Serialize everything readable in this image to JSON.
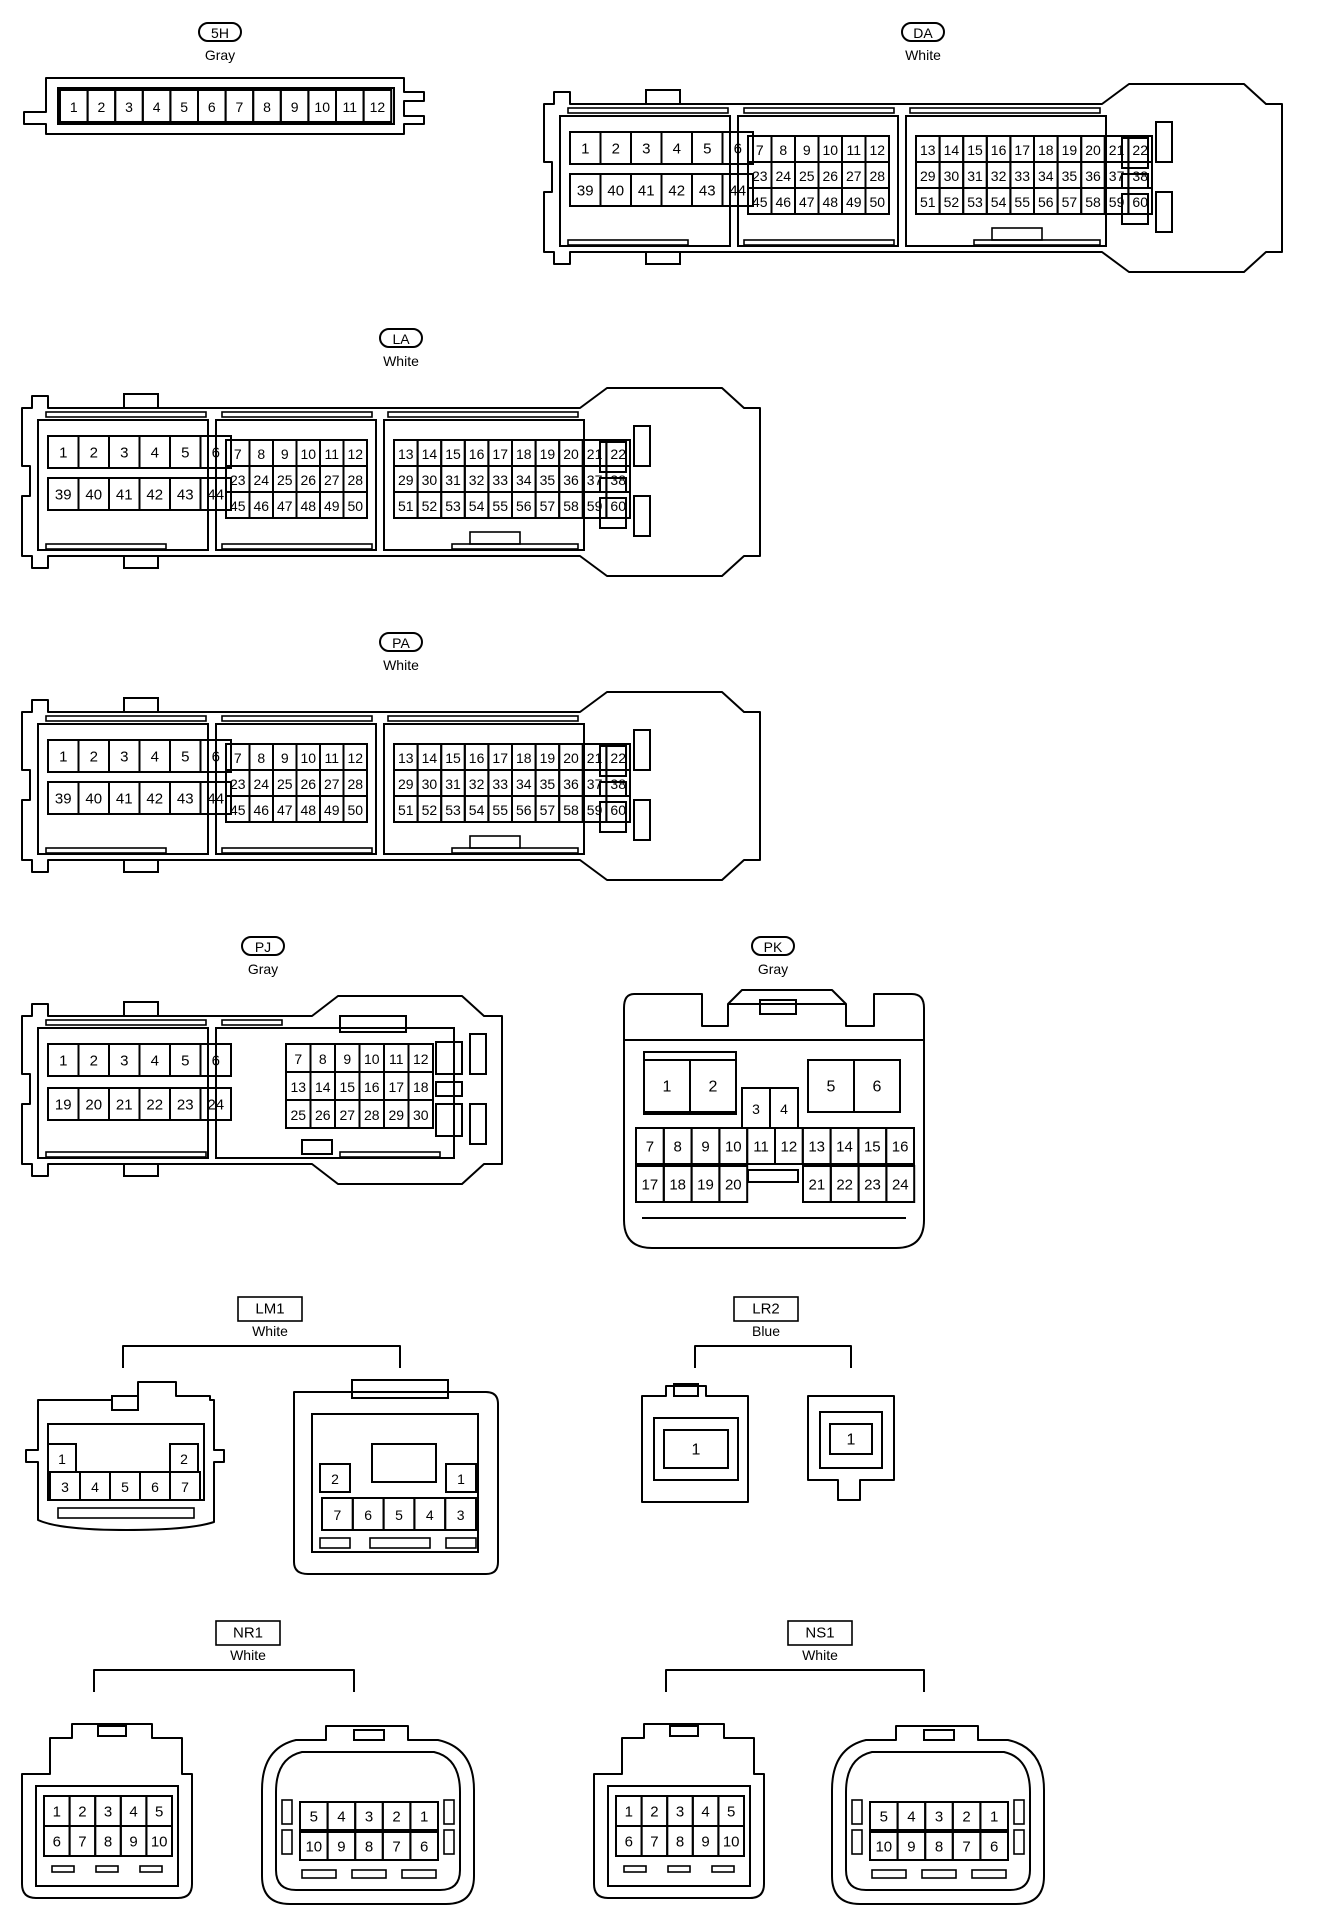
{
  "connectors": {
    "c5h": {
      "code": "5H",
      "color": "Gray",
      "style": "oval",
      "pins": [
        "1",
        "2",
        "3",
        "4",
        "5",
        "6",
        "7",
        "8",
        "9",
        "10",
        "11",
        "12"
      ]
    },
    "da": {
      "code": "DA",
      "color": "White",
      "style": "oval",
      "blocks": [
        [
          [
            "1",
            "2",
            "3",
            "4",
            "5",
            "6"
          ],
          [
            "39",
            "40",
            "41",
            "42",
            "43",
            "44"
          ]
        ],
        [
          [
            "7",
            "8",
            "9",
            "10",
            "11",
            "12"
          ],
          [
            "23",
            "24",
            "25",
            "26",
            "27",
            "28"
          ],
          [
            "45",
            "46",
            "47",
            "48",
            "49",
            "50"
          ]
        ],
        [
          [
            "13",
            "14",
            "15",
            "16",
            "17",
            "18",
            "19",
            "20",
            "21",
            "22"
          ],
          [
            "29",
            "30",
            "31",
            "32",
            "33",
            "34",
            "35",
            "36",
            "37",
            "38"
          ],
          [
            "51",
            "52",
            "53",
            "54",
            "55",
            "56",
            "57",
            "58",
            "59",
            "60"
          ]
        ]
      ]
    },
    "la": {
      "code": "LA",
      "color": "White",
      "style": "oval",
      "blocks": [
        [
          [
            "1",
            "2",
            "3",
            "4",
            "5",
            "6"
          ],
          [
            "39",
            "40",
            "41",
            "42",
            "43",
            "44"
          ]
        ],
        [
          [
            "7",
            "8",
            "9",
            "10",
            "11",
            "12"
          ],
          [
            "23",
            "24",
            "25",
            "26",
            "27",
            "28"
          ],
          [
            "45",
            "46",
            "47",
            "48",
            "49",
            "50"
          ]
        ],
        [
          [
            "13",
            "14",
            "15",
            "16",
            "17",
            "18",
            "19",
            "20",
            "21",
            "22"
          ],
          [
            "29",
            "30",
            "31",
            "32",
            "33",
            "34",
            "35",
            "36",
            "37",
            "38"
          ],
          [
            "51",
            "52",
            "53",
            "54",
            "55",
            "56",
            "57",
            "58",
            "59",
            "60"
          ]
        ]
      ]
    },
    "pa": {
      "code": "PA",
      "color": "White",
      "style": "oval",
      "blocks": [
        [
          [
            "1",
            "2",
            "3",
            "4",
            "5",
            "6"
          ],
          [
            "39",
            "40",
            "41",
            "42",
            "43",
            "44"
          ]
        ],
        [
          [
            "7",
            "8",
            "9",
            "10",
            "11",
            "12"
          ],
          [
            "23",
            "24",
            "25",
            "26",
            "27",
            "28"
          ],
          [
            "45",
            "46",
            "47",
            "48",
            "49",
            "50"
          ]
        ],
        [
          [
            "13",
            "14",
            "15",
            "16",
            "17",
            "18",
            "19",
            "20",
            "21",
            "22"
          ],
          [
            "29",
            "30",
            "31",
            "32",
            "33",
            "34",
            "35",
            "36",
            "37",
            "38"
          ],
          [
            "51",
            "52",
            "53",
            "54",
            "55",
            "56",
            "57",
            "58",
            "59",
            "60"
          ]
        ]
      ]
    },
    "pj": {
      "code": "PJ",
      "color": "Gray",
      "style": "oval",
      "blocks": [
        [
          [
            "1",
            "2",
            "3",
            "4",
            "5",
            "6"
          ],
          [
            "19",
            "20",
            "21",
            "22",
            "23",
            "24"
          ]
        ],
        [
          [
            "7",
            "8",
            "9",
            "10",
            "11",
            "12"
          ],
          [
            "13",
            "14",
            "15",
            "16",
            "17",
            "18"
          ],
          [
            "25",
            "26",
            "27",
            "28",
            "29",
            "30"
          ]
        ]
      ]
    },
    "pk": {
      "code": "PK",
      "color": "Gray",
      "style": "oval",
      "top_left": [
        "1",
        "2"
      ],
      "top_mid": [
        "3",
        "4"
      ],
      "top_right": [
        "5",
        "6"
      ],
      "row_a": [
        "7",
        "8",
        "9",
        "10",
        "11",
        "12",
        "13",
        "14",
        "15",
        "16"
      ],
      "row_b_left": [
        "17",
        "18",
        "19",
        "20"
      ],
      "row_b_right": [
        "21",
        "22",
        "23",
        "24"
      ]
    },
    "lm1": {
      "code": "LM1",
      "color": "White",
      "style": "box",
      "left": {
        "top_left": "1",
        "top_right": "2",
        "bottom": [
          "3",
          "4",
          "5",
          "6",
          "7"
        ]
      },
      "right": {
        "top_left": "2",
        "top_right": "1",
        "bottom": [
          "7",
          "6",
          "5",
          "4",
          "3"
        ]
      }
    },
    "lr2": {
      "code": "LR2",
      "color": "Blue",
      "style": "box",
      "left": [
        "1"
      ],
      "right": [
        "1"
      ]
    },
    "nr1": {
      "code": "NR1",
      "color": "White",
      "style": "box",
      "left": [
        [
          "1",
          "2",
          "3",
          "4",
          "5"
        ],
        [
          "6",
          "7",
          "8",
          "9",
          "10"
        ]
      ],
      "right": [
        [
          "5",
          "4",
          "3",
          "2",
          "1"
        ],
        [
          "10",
          "9",
          "8",
          "7",
          "6"
        ]
      ]
    },
    "ns1": {
      "code": "NS1",
      "color": "White",
      "style": "box",
      "left": [
        [
          "1",
          "2",
          "3",
          "4",
          "5"
        ],
        [
          "6",
          "7",
          "8",
          "9",
          "10"
        ]
      ],
      "right": [
        [
          "5",
          "4",
          "3",
          "2",
          "1"
        ],
        [
          "10",
          "9",
          "8",
          "7",
          "6"
        ]
      ]
    }
  }
}
